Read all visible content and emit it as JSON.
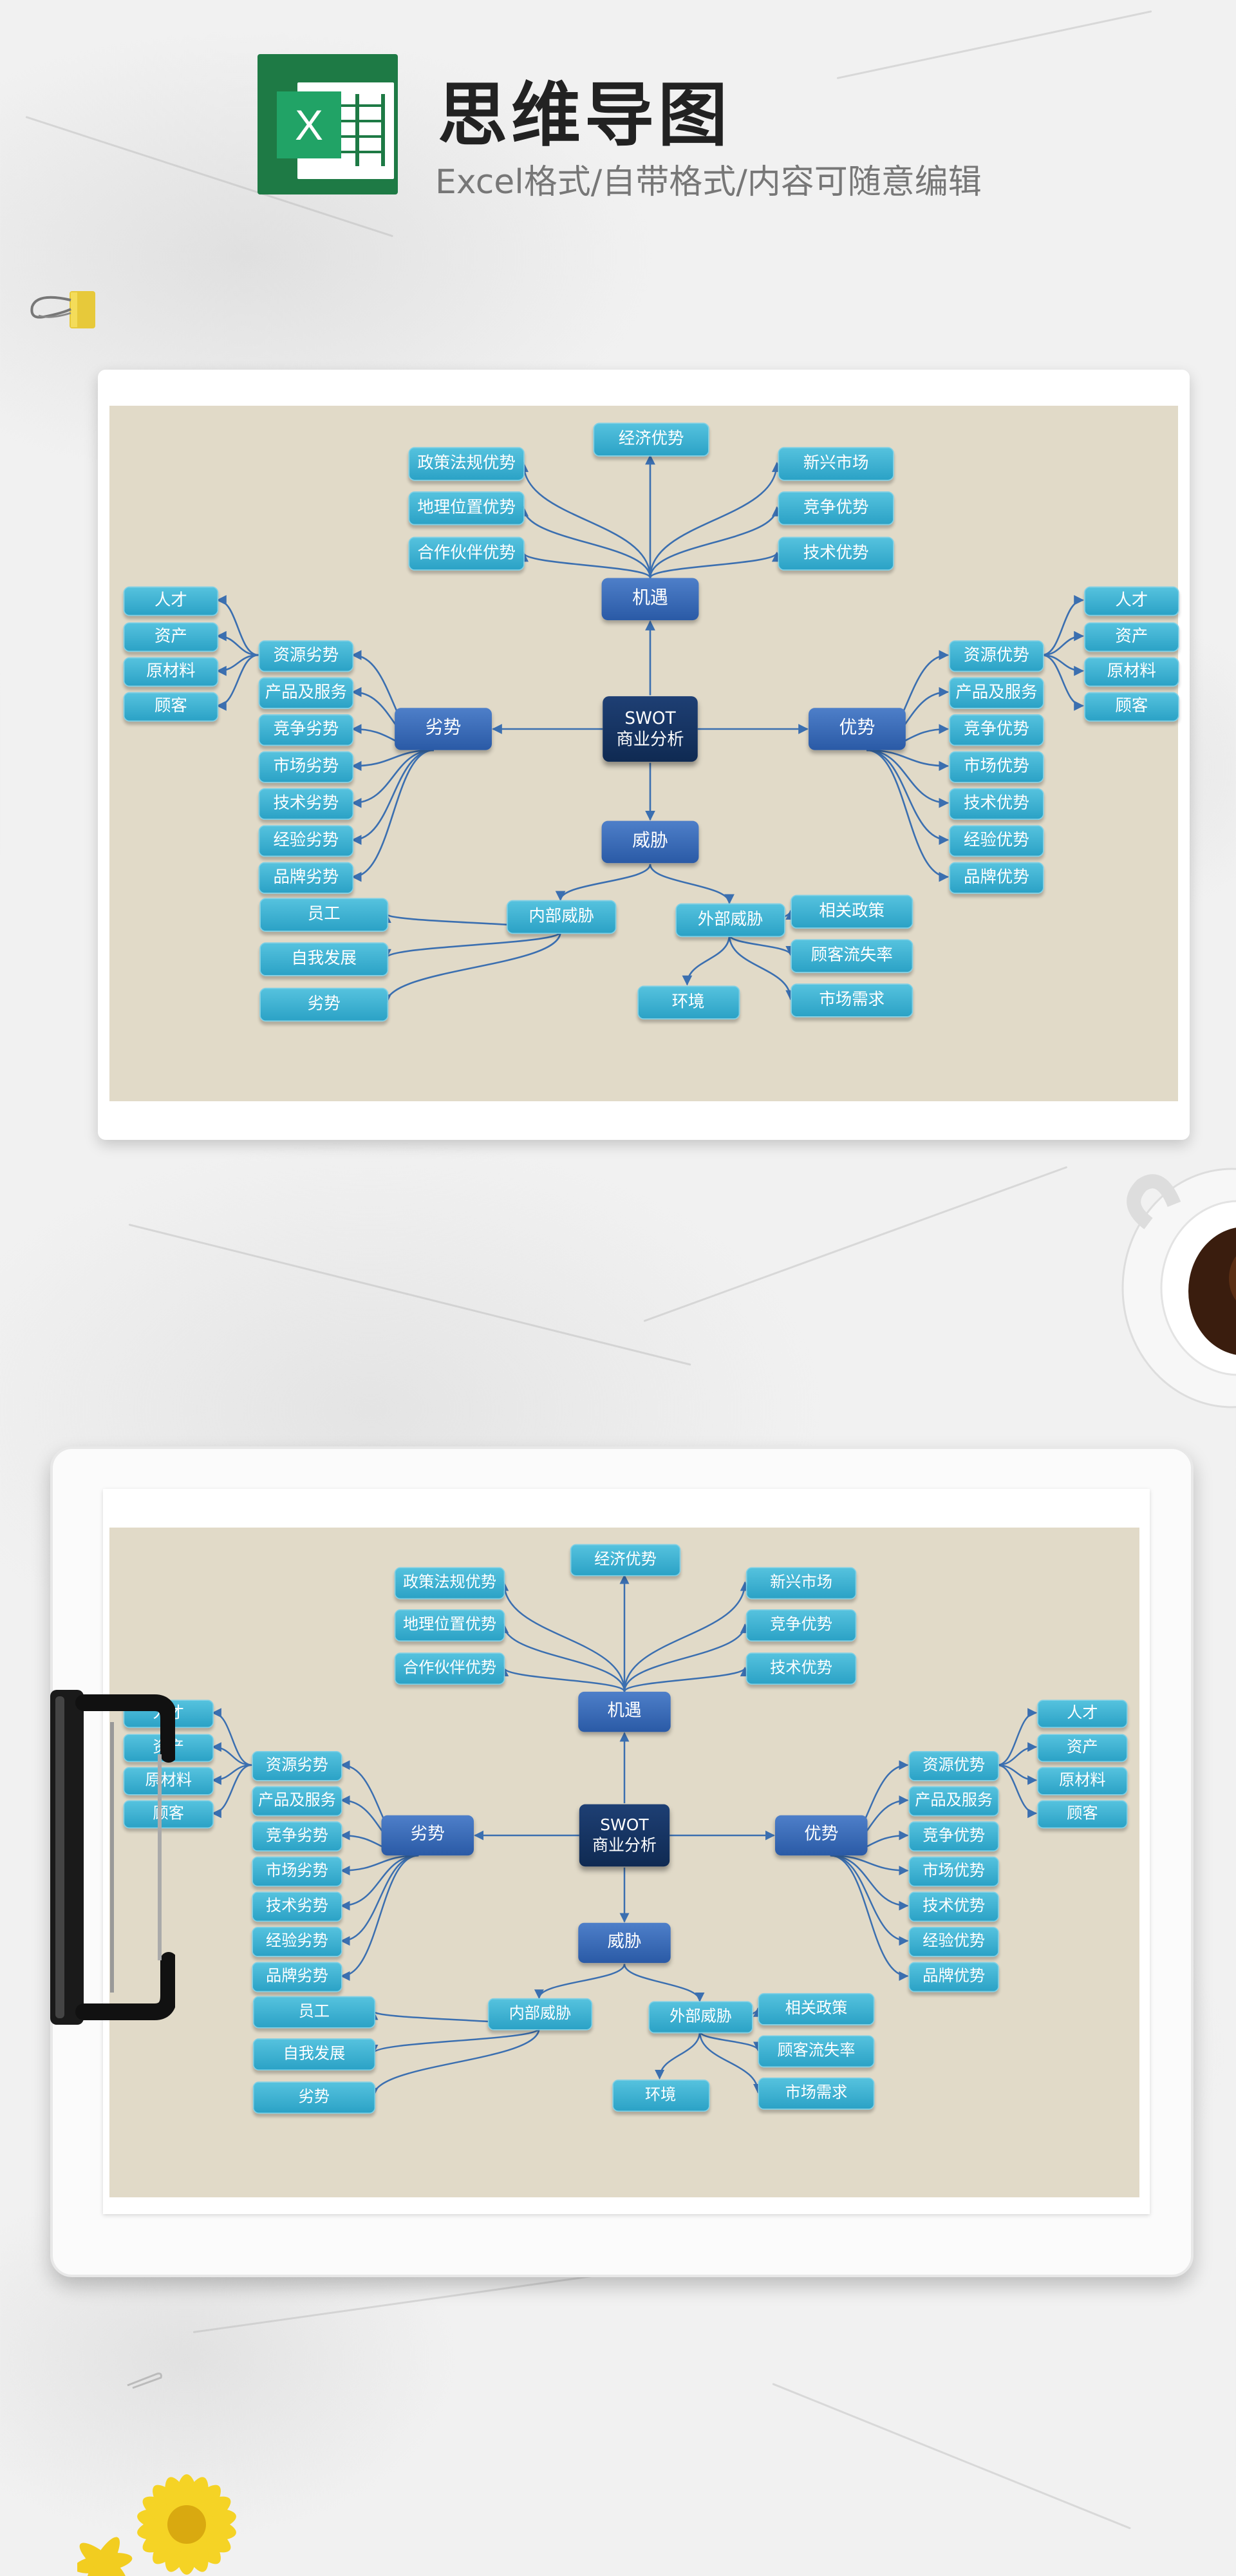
{
  "header": {
    "title": "思维导图",
    "subtitle": "Excel格式/自带格式/内容可随意编辑",
    "logo_letter": "X"
  },
  "colors": {
    "leaf": "#2ba2c6",
    "main": "#2a5aa6",
    "center": "#0f2a52",
    "connector": "#3b6fb0",
    "canvas": "#e1dac8",
    "excel_green": "#1e7a45"
  },
  "mindmap": {
    "center": "SWOT\n商业分析",
    "opportunity": {
      "label": "机遇",
      "items": [
        "经济优势",
        "政策法规优势",
        "新兴市场",
        "地理位置优势",
        "竞争优势",
        "合作伙伴优势",
        "技术优势"
      ]
    },
    "weakness": {
      "label": "劣势",
      "items": [
        "资源劣势",
        "产品及服务",
        "竞争劣势",
        "市场劣势",
        "技术劣势",
        "经验劣势",
        "品牌劣势"
      ],
      "resource_items": [
        "人才",
        "资产",
        "原材料",
        "顾客"
      ]
    },
    "strength": {
      "label": "优势",
      "items": [
        "资源优势",
        "产品及服务",
        "竞争优势",
        "市场优势",
        "技术优势",
        "经验优势",
        "品牌优势"
      ],
      "resource_items": [
        "人才",
        "资产",
        "原材料",
        "顾客"
      ]
    },
    "threat": {
      "label": "威胁",
      "internal": {
        "label": "内部威胁",
        "items": [
          "员工",
          "自我发展",
          "劣势"
        ]
      },
      "external": {
        "label": "外部威胁",
        "items": [
          "相关政策",
          "顾客流失率",
          "市场需求",
          "环境"
        ]
      }
    }
  }
}
